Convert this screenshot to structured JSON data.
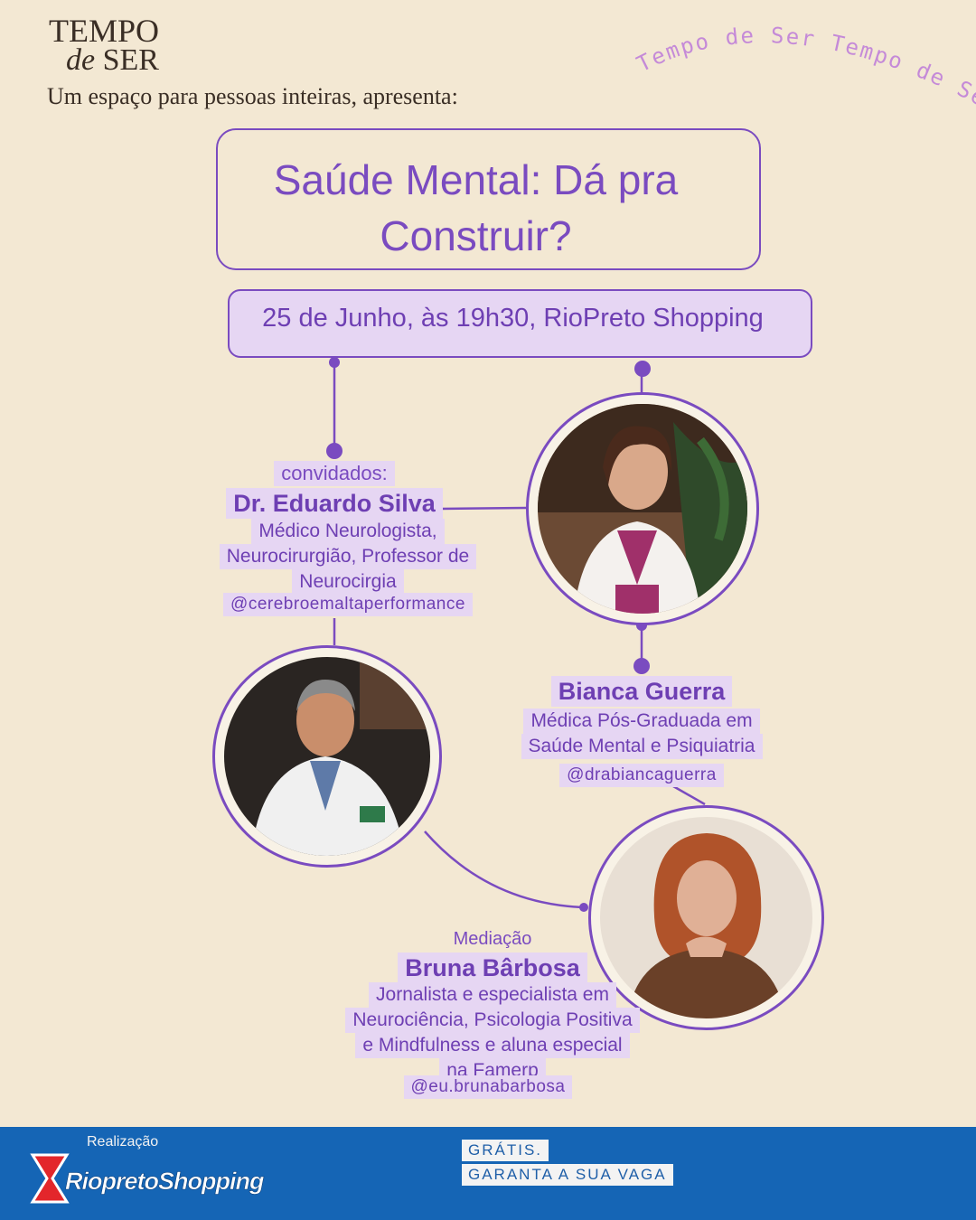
{
  "brand": {
    "logo_line1": "TEMPO",
    "logo_line2_italic": "de",
    "logo_line2": "SER",
    "tagline": "Um espaço para pessoas inteiras, apresenta:",
    "arc_text": "Tempo de Ser Tempo de Ser"
  },
  "event": {
    "title": "Saúde Mental: Dá pra Construir?",
    "date_location": "25 de Junho, às 19h30, RioPreto Shopping"
  },
  "guests_label": "convidados:",
  "guest1": {
    "name": "Dr. Eduardo Silva",
    "desc_lines": [
      "Médico Neurologista,",
      "Neurocirurgião, Professor de",
      "Neurocirgia"
    ],
    "handle": "@cerebroemaltaperformance"
  },
  "guest2": {
    "name": "Bianca Guerra",
    "desc_lines": [
      "Médica Pós-Graduada em",
      "Saúde Mental e Psiquiatria"
    ],
    "handle": "@drabiancaguerra"
  },
  "mediation": {
    "label": "Mediação",
    "name": "Bruna Bârbosa",
    "desc_lines": [
      "Jornalista e especialista em",
      "Neurociência, Psicologia Positiva",
      "e Mindfulness e aluna especial",
      "na Famerp"
    ],
    "handle": "@eu.brunabarbosa"
  },
  "footer": {
    "realizacao": "Realização",
    "sponsor_logo": "RiopretoShopping",
    "cta_line1": "GRÁTIS.",
    "cta_line2": "GARANTA A SUA VAGA"
  },
  "colors": {
    "background": "#f3e8d3",
    "accent": "#7a4bc0",
    "highlight": "#e6d6f3",
    "footer": "#1565b5"
  }
}
